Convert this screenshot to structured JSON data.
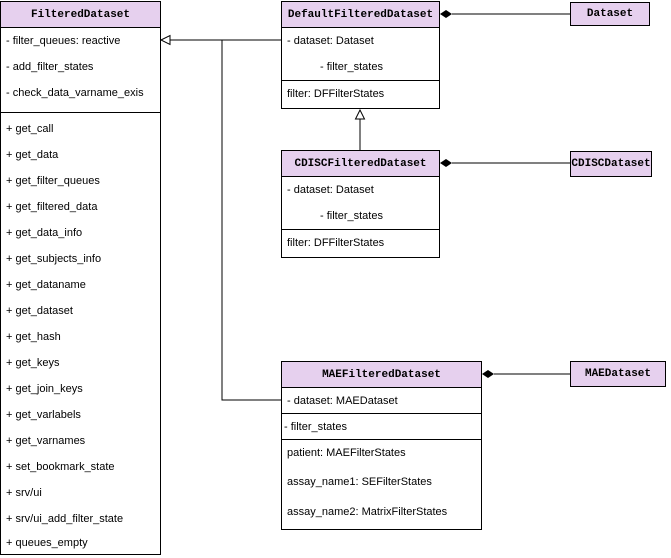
{
  "filtered_dataset": {
    "title": "FilteredDataset",
    "attributes": [
      "- filter_queues: reactive",
      "- add_filter_states",
      "- check_data_varname_exis"
    ],
    "methods": [
      "+ get_call",
      "+ get_data",
      "+ get_filter_queues",
      "+ get_filtered_data",
      "+ get_data_info",
      "+ get_subjects_info",
      "+ get_dataname",
      "+ get_dataset",
      "+ get_hash",
      "+ get_keys",
      "+ get_join_keys",
      "+ get_varlabels",
      "+ get_varnames",
      "+ set_bookmark_state",
      "+ srv/ui",
      "+ srv/ui_add_filter_state",
      "+ queues_empty"
    ]
  },
  "default_filtered_dataset": {
    "title": "DefaultFilteredDataset",
    "attr1": "- dataset: Dataset",
    "attr2": "- filter_states",
    "attr3": "filter: DFFilterStates"
  },
  "cdisc_filtered_dataset": {
    "title": "CDISCFilteredDataset",
    "attr1": "- dataset: Dataset",
    "attr2": "- filter_states",
    "attr3": "filter: DFFilterStates"
  },
  "mae_filtered_dataset": {
    "title": "MAEFilteredDataset",
    "attr1": "- dataset: MAEDataset",
    "attr2": "- filter_states",
    "attr3": "patient: MAEFilterStates",
    "attr4": "assay_name1: SEFilterStates",
    "attr5": "assay_name2: MatrixFilterStates"
  },
  "dataset": {
    "title": "Dataset"
  },
  "cdisc_dataset": {
    "title": "CDISCDataset"
  },
  "mae_dataset": {
    "title": "MAEDataset"
  },
  "colors": {
    "header_fill": "#e6d0ee",
    "line": "#000000"
  }
}
